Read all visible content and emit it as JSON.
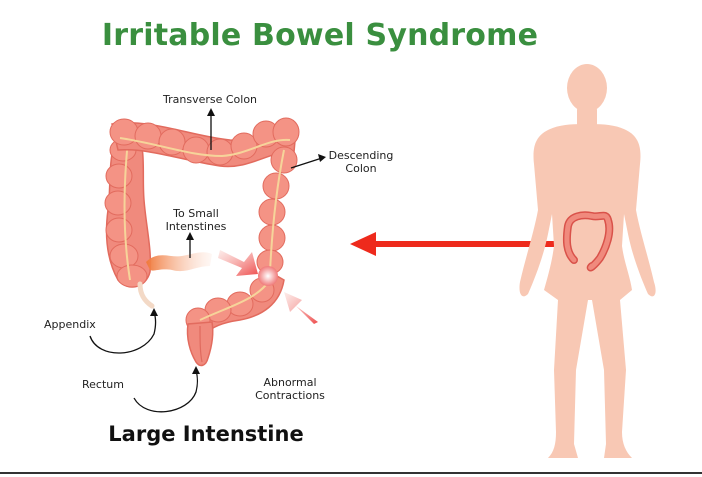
{
  "title": "Irritable Bowel Syndrome",
  "caption": "Large Intenstine",
  "labels": {
    "transverse_colon": "Transverse Colon",
    "descending_colon_line1": "Descending",
    "descending_colon_line2": "Colon",
    "to_small_line1": "To Small",
    "to_small_line2": "Intenstines",
    "appendix": "Appendix",
    "rectum": "Rectum",
    "abnormal_line1": "Abnormal",
    "abnormal_line2": "Contractions"
  },
  "colors": {
    "title_green": "#3a8f3f",
    "colon_fill": "#f08a7d",
    "colon_shade": "#e06a5e",
    "body_fill": "#f8c8b4",
    "arrow_red": "#ee2a1c"
  }
}
